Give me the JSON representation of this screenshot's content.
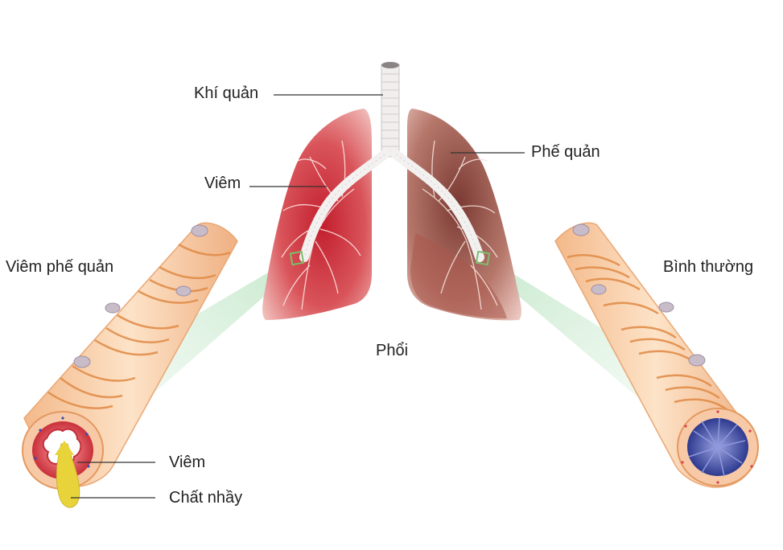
{
  "labels": {
    "trachea": "Khí quản",
    "bronchi": "Phế quản",
    "inflamed_lung": "Viêm",
    "bronchitis": "Viêm phế quản",
    "normal": "Bình thường",
    "lungs": "Phổi",
    "inflamed_airway": "Viêm",
    "mucus": "Chất nhầy"
  },
  "colors": {
    "inflamed_lung": "#c73a3f",
    "healthy_lung": "#8c4a3f",
    "airway_tube": "#f6c79c",
    "tube_muscle": "#e6924e",
    "inflamed_lumen": "#d4424c",
    "normal_lumen": "#3f4ca3",
    "mucus": "#e8d43a",
    "zoom_highlight": "#b7e3c0",
    "leader_line": "#333333"
  }
}
